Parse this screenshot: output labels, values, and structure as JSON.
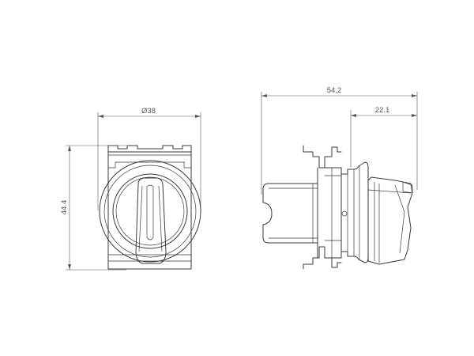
{
  "dimensions": {
    "front_diameter": "Ø38",
    "front_height": "44.4",
    "side_total_length": "54.2",
    "side_knob_length": "22.1"
  },
  "colors": {
    "line": "#3a3a3a",
    "dimension": "#555555",
    "background": "#ffffff"
  }
}
